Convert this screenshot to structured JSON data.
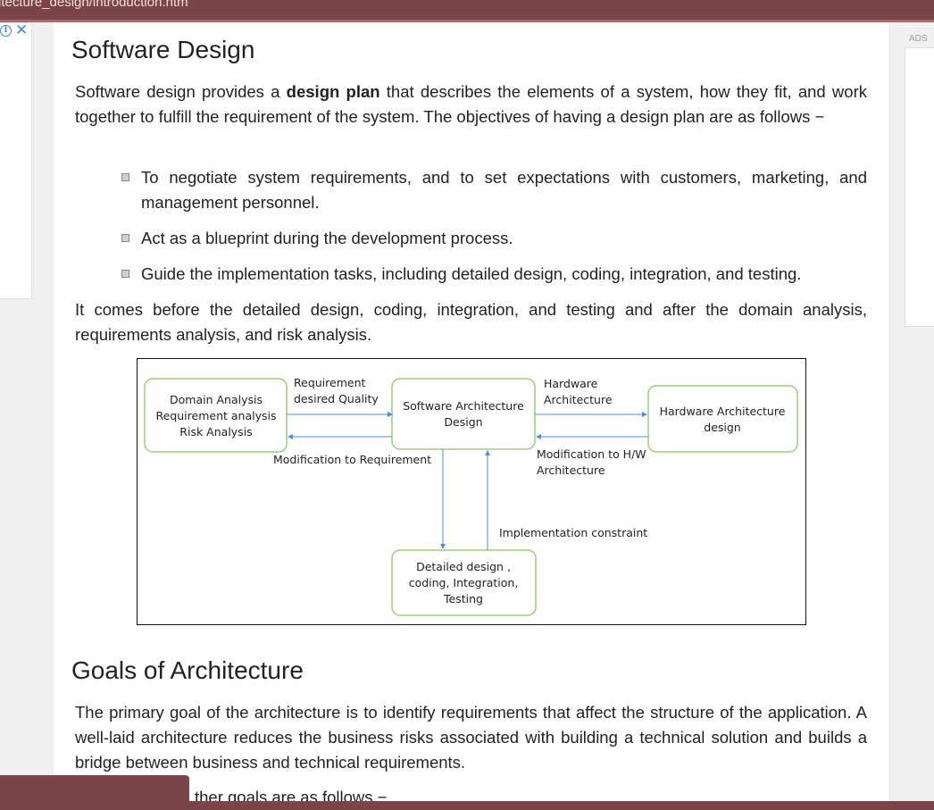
{
  "browser": {
    "url_fragment": "itecture_design/introduction.htm"
  },
  "ads": {
    "right_label": "ADS"
  },
  "section1": {
    "heading": "Software Design",
    "intro_pre": "Software design provides a ",
    "intro_bold": "design plan",
    "intro_post": " that describes the elements of a system, how they fit, and work together to fulfill the requirement of the system. The objectives of having a design plan are as follows −",
    "bullets": [
      "To negotiate system requirements, and to set expectations with customers, marketing, and management personnel.",
      "Act as a blueprint during the development process.",
      "Guide the implementation tasks, including detailed design, coding, integration, and testing."
    ],
    "after": "It comes before the detailed design, coding, integration, and testing and after the domain analysis, requirements analysis, and risk analysis."
  },
  "diagram": {
    "box_domain": [
      "Domain Analysis",
      "Requirement analysis",
      "Risk Analysis"
    ],
    "box_software": [
      "Software Architecture",
      "Design"
    ],
    "box_hardware": [
      "Hardware Architecture",
      "design"
    ],
    "box_detailed": [
      "Detailed design ,",
      "coding, Integration,",
      "Testing"
    ],
    "label_requirement": [
      "Requirement",
      "desired Quality"
    ],
    "label_hardware": [
      "Hardware",
      "Architecture"
    ],
    "label_mod_req": "Modification to Requirement",
    "label_mod_hw": [
      "Modification to H/W",
      "Architecture"
    ],
    "label_impl": "Implementation constraint",
    "box_border_color": "#9acd7a",
    "arrow_color": "#4d8fd6"
  },
  "section2": {
    "heading": "Goals of Architecture",
    "para": "The primary goal of the architecture is to identify requirements that affect the structure of the application. A well-laid architecture reduces the business risks associated with building a technical solution and builds a bridge between business and technical requirements.",
    "partial_line": "ther goals are as follows −"
  },
  "colors": {
    "chrome": "#7b4548",
    "page_bg": "#f0f0f0",
    "content_bg": "#ffffff"
  }
}
